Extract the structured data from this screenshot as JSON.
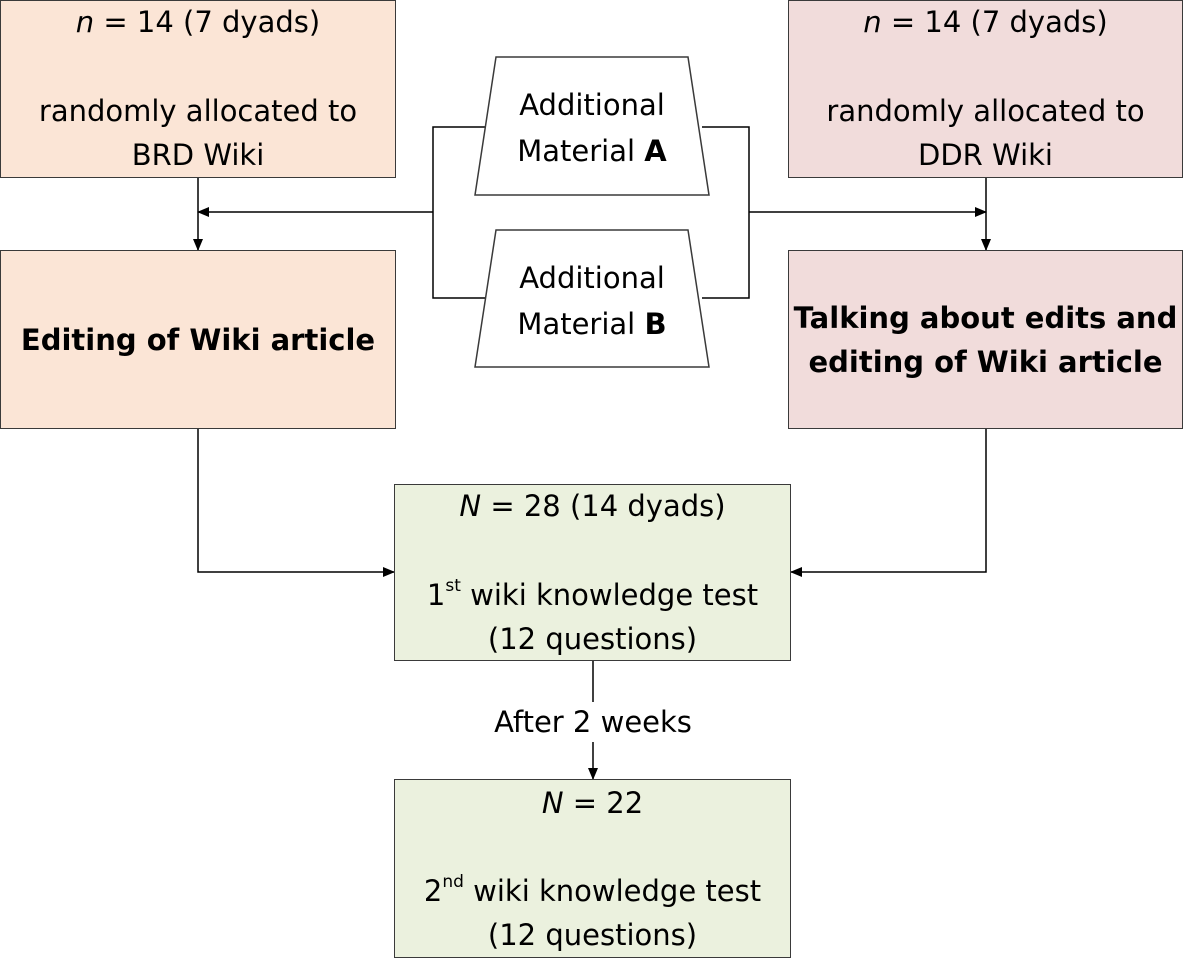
{
  "left_top": {
    "n_var": "n",
    "n_rest": " = 14 (7 dyads)",
    "line2": "randomly allocated to",
    "line3": "BRD Wiki"
  },
  "right_top": {
    "n_var": "n",
    "n_rest": " = 14 (7 dyads)",
    "line2": "randomly allocated to",
    "line3": "DDR Wiki"
  },
  "material_a": {
    "line1": "Additional",
    "line2_prefix": "Material ",
    "letter": "A"
  },
  "material_b": {
    "line1": "Additional",
    "line2_prefix": "Material ",
    "letter": "B"
  },
  "left_mid": {
    "text": "Editing of Wiki article"
  },
  "right_mid": {
    "line1": "Talking about edits and",
    "line2": "editing of Wiki article"
  },
  "test1": {
    "n_var": "N",
    "n_rest": " = 28 (14 dyads)",
    "ord_num": "1",
    "ord_sup": "st",
    "title": " wiki knowledge test",
    "questions": "(12 questions)"
  },
  "delay_label": "After 2 weeks",
  "test2": {
    "n_var": "N",
    "n_rest": " = 22",
    "ord_num": "2",
    "ord_sup": "nd",
    "title": " wiki knowledge test",
    "questions": "(12 questions)"
  },
  "colors": {
    "left_fill": "#fbe5d6",
    "right_fill": "#f1dcdb",
    "test_fill": "#ebf1de",
    "stroke": "#3a3a3a"
  }
}
